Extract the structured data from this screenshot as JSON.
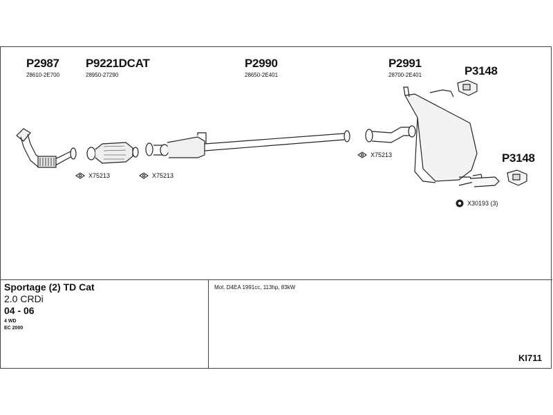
{
  "parts": {
    "p2987": {
      "number": "P2987",
      "oem": "28610-2E700"
    },
    "p9221": {
      "number": "P9221DCAT",
      "oem": "28950-27290"
    },
    "p2990": {
      "number": "P2990",
      "oem": "28650-2E401"
    },
    "p2991": {
      "number": "P2991",
      "oem": "28700-2E401"
    },
    "p3148a": {
      "number": "P3148"
    },
    "p3148b": {
      "number": "P3148"
    }
  },
  "refs": {
    "gasket1": "X75213",
    "gasket2": "X75213",
    "gasket3": "X75213",
    "nut": "X30193 (3)"
  },
  "vehicle": {
    "model": "Sportage (2) TD Cat",
    "engine": "2.0 CRDi",
    "years": "04 - 06",
    "drive": "4 WD",
    "emission": "EC 2000"
  },
  "motor_info": "Mot. D4EA 1991cc, 113hp, 83kW",
  "kit_code": "KI711"
}
